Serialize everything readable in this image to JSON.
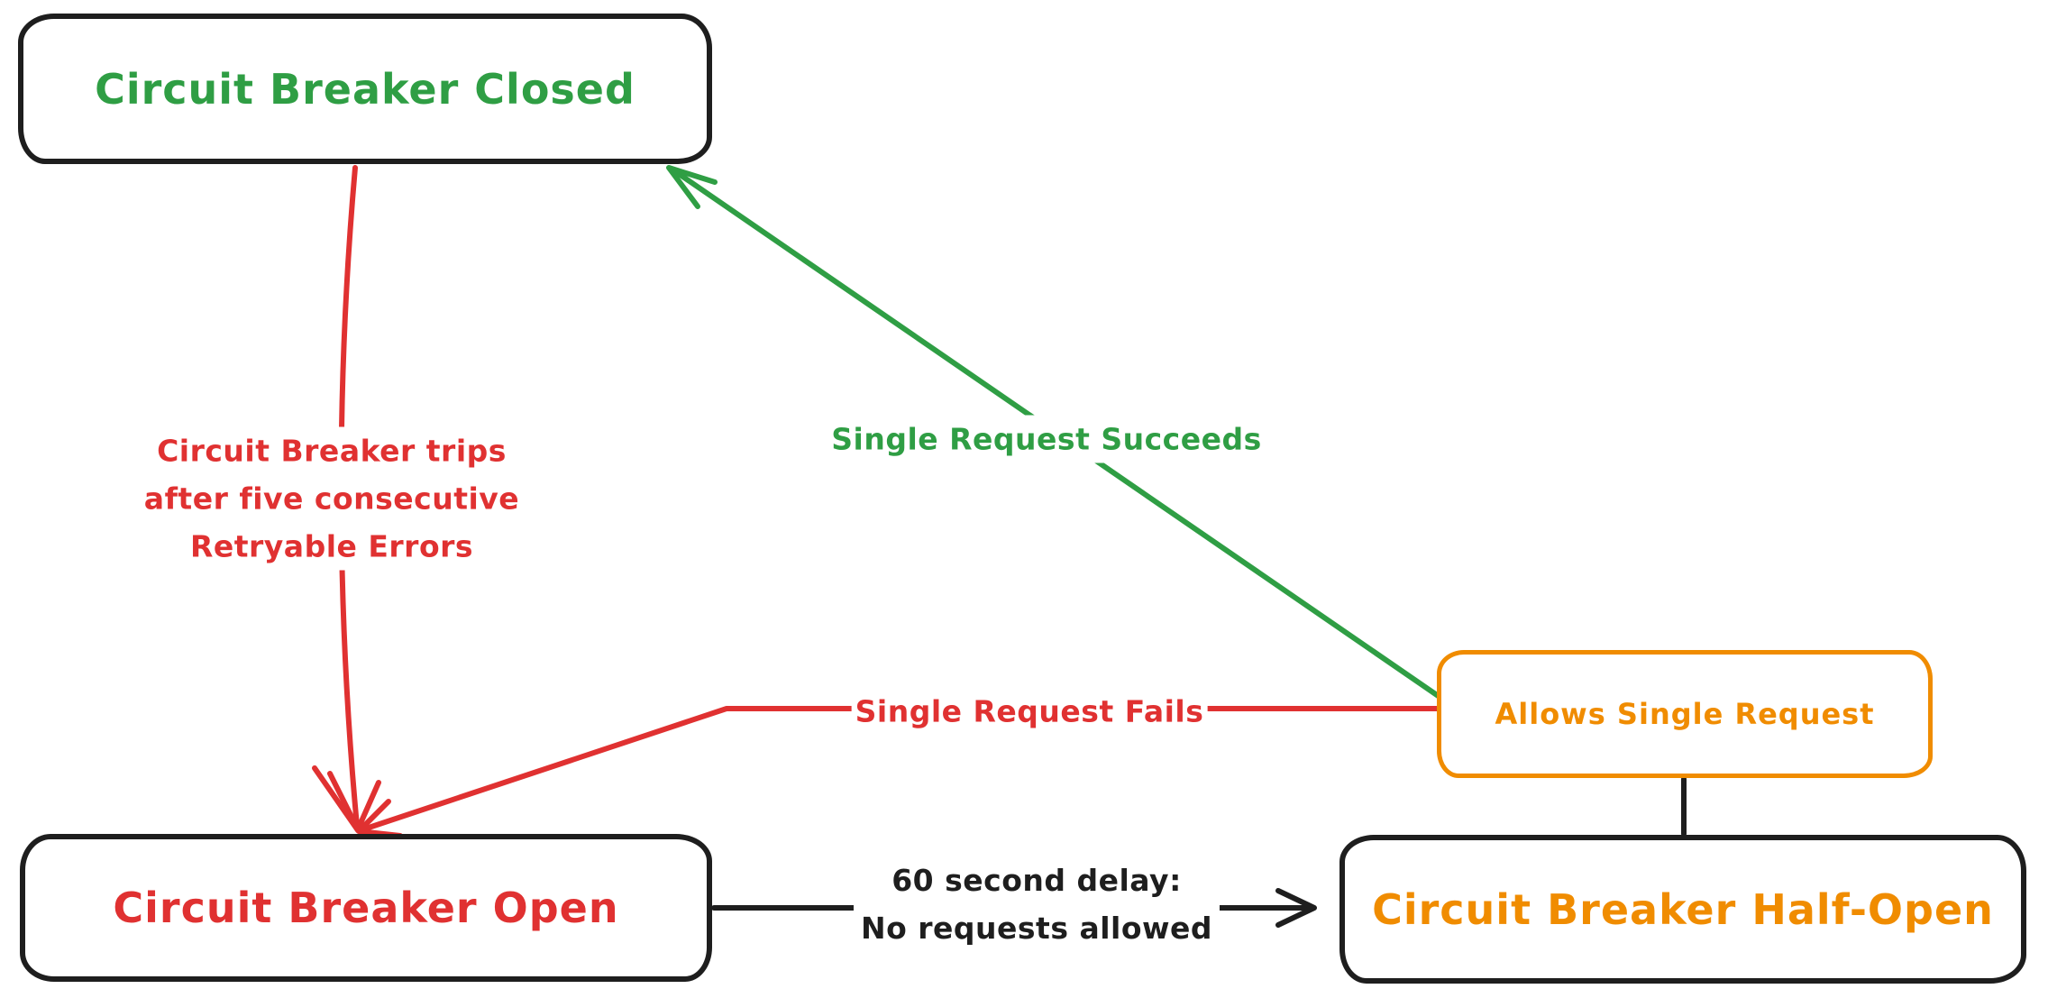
{
  "colors": {
    "green": "#2f9e44",
    "red": "#e03131",
    "orange": "#f08c00",
    "black": "#1e1e1e",
    "background": "#ffffff"
  },
  "nodes": {
    "closed": {
      "label": "Circuit Breaker Closed"
    },
    "open": {
      "label": "Circuit Breaker Open"
    },
    "half_open": {
      "label": "Circuit Breaker Half-Open"
    },
    "allows": {
      "label": "Allows Single Request"
    }
  },
  "edges": {
    "trips": {
      "label_lines": [
        "Circuit Breaker trips",
        "after five consecutive",
        "Retryable Errors"
      ]
    },
    "succeeds": {
      "label": "Single Request Succeeds"
    },
    "fails": {
      "label": "Single Request Fails"
    },
    "delay": {
      "label_lines": [
        "60 second delay:",
        "No requests allowed"
      ]
    }
  }
}
